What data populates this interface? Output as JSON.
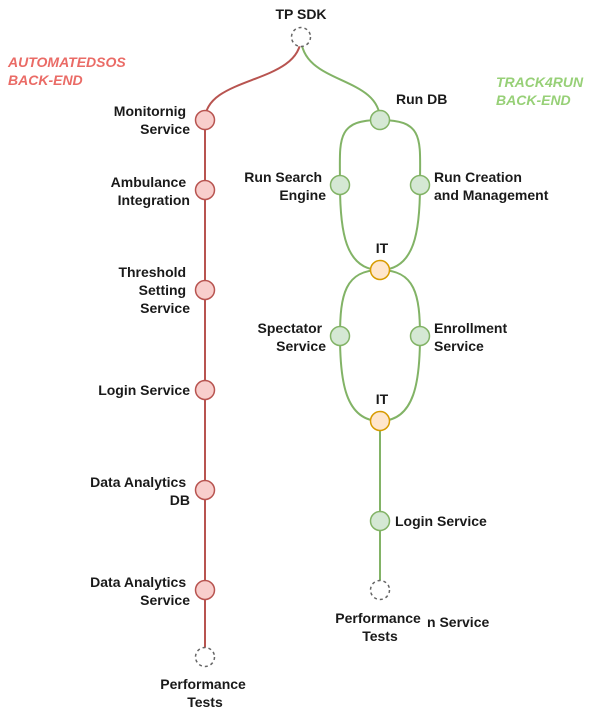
{
  "colors": {
    "red_line": "#b85450",
    "red_fill": "#f8cecc",
    "green_line": "#82b366",
    "green_fill": "#d5e8d4",
    "orange_line": "#d79b00",
    "orange_fill": "#ffe6cc",
    "dashed": "#666666",
    "red_title": "#ea6b66",
    "green_title": "#97d077"
  },
  "diagram": {
    "top_node": {
      "label": "TP SDK"
    },
    "groups": {
      "automatedsos": {
        "line1": "AUTOMATEDSOS",
        "line2": "BACK-END"
      },
      "track4run": {
        "line1": "TRACK4RUN",
        "line2": "BACK-END"
      }
    },
    "left_nodes": [
      {
        "lines": [
          "Monitornig",
          "Service"
        ]
      },
      {
        "lines": [
          "Ambulance",
          "Integration"
        ]
      },
      {
        "lines": [
          "Threshold",
          "Setting",
          "Service"
        ]
      },
      {
        "lines": [
          "Login Service"
        ]
      },
      {
        "lines": [
          "Data Analytics",
          "DB"
        ]
      },
      {
        "lines": [
          "Data Analytics",
          "Service"
        ]
      }
    ],
    "left_end": {
      "lines": [
        "Performance",
        "Tests"
      ]
    },
    "right_nodes": {
      "run_db": "Run DB",
      "run_search": [
        "Run Search",
        "Engine"
      ],
      "run_creation": [
        "Run Creation",
        "and Management"
      ],
      "it1": "IT",
      "spectator": [
        "Spectator",
        "Service"
      ],
      "enrollment": [
        "Enrollment",
        "Service"
      ],
      "it2": "IT",
      "login": "Login Service"
    },
    "right_end": {
      "lines": [
        "Performance",
        "Tests"
      ]
    },
    "stray_label": "n Service"
  }
}
